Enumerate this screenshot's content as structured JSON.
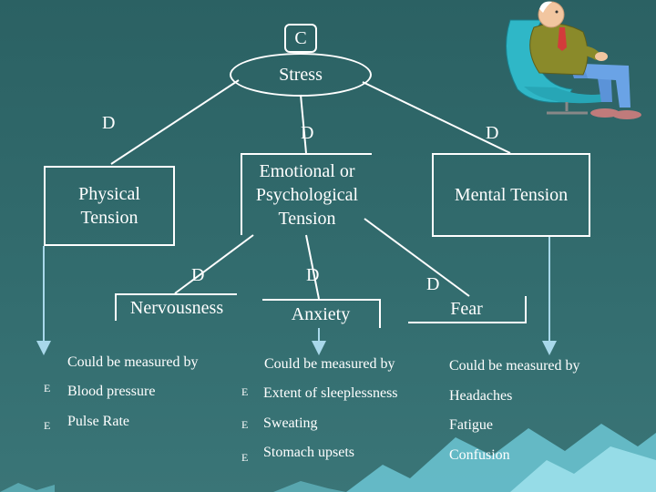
{
  "nodes": {
    "c": "C",
    "stress": "Stress",
    "physical": "Physical Tension",
    "emotional": "Emotional or Psychological Tension",
    "mental": "Mental Tension",
    "nervousness": "Nervousness",
    "anxiety": "Anxiety",
    "fear": "Fear"
  },
  "labels": {
    "d1": "D",
    "d2": "D",
    "d3": "D",
    "d4": "D",
    "d5": "D",
    "d6": "D"
  },
  "measures": [
    {
      "heading": "Could be measured by",
      "items": [
        {
          "marker": "E",
          "text": "Blood pressure"
        },
        {
          "marker": "E",
          "text": "Pulse Rate"
        }
      ]
    },
    {
      "heading": "Could be measured by",
      "items": [
        {
          "marker": "E",
          "text": "Extent of sleeplessness"
        },
        {
          "marker": "E",
          "text": "Sweating"
        },
        {
          "marker": "E",
          "text": "Stomach upsets"
        }
      ]
    },
    {
      "heading": "Could be measured by",
      "items": [
        {
          "marker": "",
          "text": "Headaches"
        },
        {
          "marker": "",
          "text": "Fatigue"
        },
        {
          "marker": "",
          "text": "Confusion"
        }
      ]
    }
  ],
  "colors": {
    "background": "#2f6668",
    "line": "#ffffff",
    "ice": "#7fd4e0",
    "chair": "#2fb7c7"
  },
  "icons": [
    "relaxed-man-in-armchair-icon",
    "iceberg-decoration"
  ]
}
